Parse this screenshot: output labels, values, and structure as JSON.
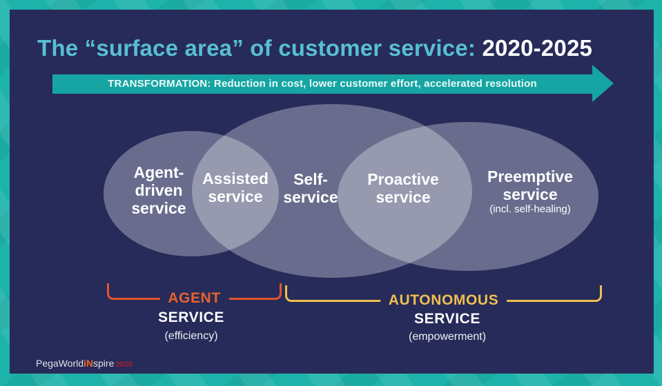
{
  "title": {
    "main": "The “surface area” of customer service: ",
    "highlight": "2020-2025"
  },
  "banner": {
    "text": "TRANSFORMATION: Reduction in cost, lower customer effort, accelerated resolution"
  },
  "venn": {
    "bubbles": [
      {
        "name": "agent-driven-service",
        "lines": [
          "Agent-",
          "driven",
          "service"
        ]
      },
      {
        "name": "assisted-service",
        "lines": [
          "Assisted",
          "service"
        ]
      },
      {
        "name": "self-service",
        "lines": [
          "Self-",
          "service"
        ]
      },
      {
        "name": "proactive-service",
        "lines": [
          "Proactive",
          "service"
        ]
      },
      {
        "name": "preemptive-service",
        "lines": [
          "Preemptive",
          "service"
        ],
        "note": "(incl. self-healing)"
      }
    ]
  },
  "groups": {
    "agent": {
      "label": "AGENT",
      "sub": "SERVICE",
      "note": "(efficiency)"
    },
    "autonomous": {
      "label": "AUTONOMOUS",
      "sub": "SERVICE",
      "note": "(empowerment)"
    }
  },
  "footer": {
    "logo_part1": "PegaWorld",
    "logo_part2": "iN",
    "logo_part3": "spire",
    "logo_part4": "2020"
  },
  "colors": {
    "frame_teal": "#1db3ab",
    "slide_navy": "#272b59",
    "title_teal": "#58bfd3",
    "banner_teal": "#16a5a2",
    "ellipse_fill": "rgba(255,255,255,0.31)",
    "bracket_orange": "#e4542b",
    "bracket_yellow": "#eec04f",
    "logo_orange": "#f16a24",
    "logo_red": "#a41f36"
  }
}
